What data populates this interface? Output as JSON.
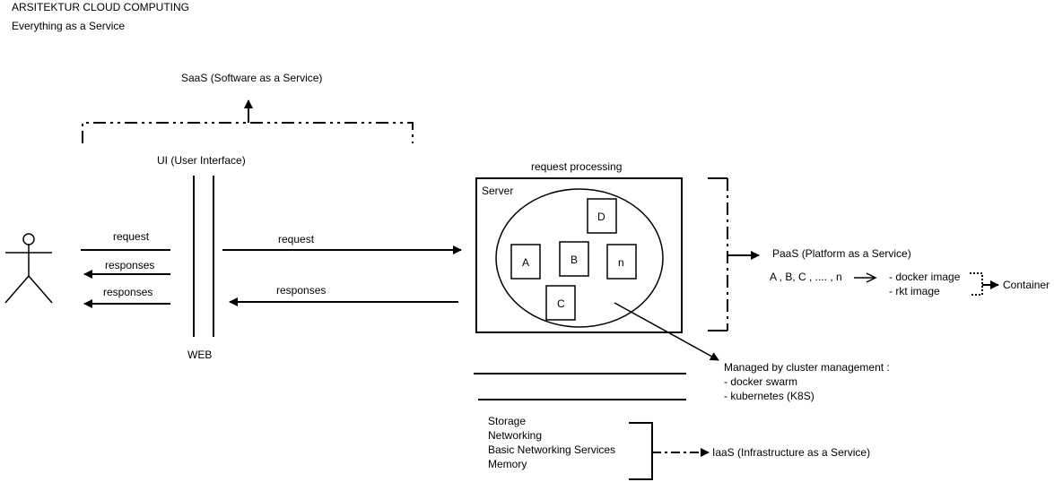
{
  "header": {
    "title": "ARSITEKTUR CLOUD COMPUTING",
    "subtitle": "Everything as a Service"
  },
  "saas": {
    "label": "SaaS (Software as a Service)"
  },
  "ui": {
    "label": "UI (User Interface)",
    "web_label": "WEB"
  },
  "client_arrows": {
    "request": "request",
    "responses_1": "responses",
    "responses_2": "responses"
  },
  "server_arrows": {
    "request": "request",
    "responses": "responses"
  },
  "server": {
    "title": "request processing",
    "label": "Server",
    "nodes": [
      "A",
      "B",
      "n",
      "C",
      "D"
    ]
  },
  "paas": {
    "label": "PaaS (Platform as a Service)",
    "apps": "A , B, C , .... , n",
    "images": "- docker image\n- rkt image",
    "container": "Container"
  },
  "cluster": {
    "text": "Managed by cluster management :\n- docker swarm\n- kubernetes (K8S)"
  },
  "iaas": {
    "items": [
      "Storage",
      "Networking",
      "Basic Networking Services",
      "Memory"
    ],
    "label": "IaaS (Infrastructure as a Service)"
  }
}
